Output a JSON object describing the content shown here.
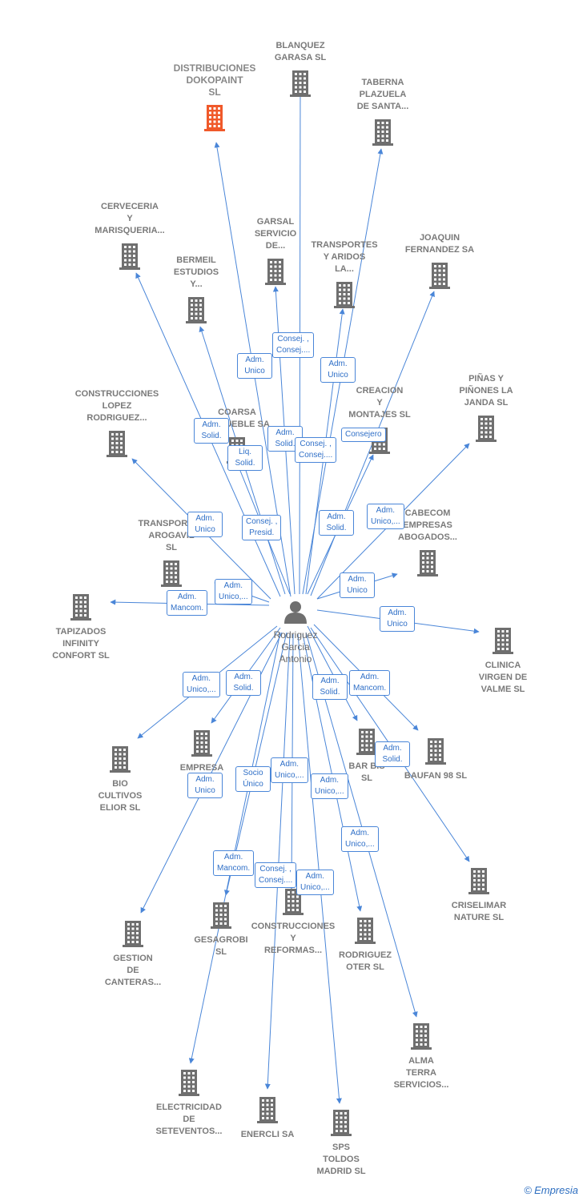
{
  "center": {
    "name": "Rodriguez\nGarcia\nAntonio"
  },
  "colors": {
    "edge": "#4a86d8",
    "building": "#6f6f6f",
    "highlight": "#f0592a"
  },
  "companies": [
    {
      "id": "distribuciones",
      "label": "DISTRIBUCIONES\nDOKOPAINT\nSL",
      "highlight": true
    },
    {
      "id": "blanquez",
      "label": "BLANQUEZ\nGARASA SL"
    },
    {
      "id": "taberna",
      "label": "TABERNA\nPLAZUELA\nDE SANTA..."
    },
    {
      "id": "cerveceria",
      "label": "CERVECERIA\nY\nMARISQUERIA..."
    },
    {
      "id": "garsal",
      "label": "GARSAL\nSERVICIO\nDE..."
    },
    {
      "id": "transportes-aridos",
      "label": "TRANSPORTES\nY ARIDOS\nLA..."
    },
    {
      "id": "joaquin",
      "label": "JOAQUIN\nFERNANDEZ SA"
    },
    {
      "id": "bermeil",
      "label": "BERMEIL\nESTUDIOS\nY..."
    },
    {
      "id": "pinas",
      "label": "PIÑAS Y\nPIÑONES LA\nJANDA SL"
    },
    {
      "id": "construcciones-lopez",
      "label": "CONSTRUCCIONES\nLOPEZ\nRODRIGUEZ..."
    },
    {
      "id": "coarsa",
      "label": "COARSA\nEL MUEBLE SA"
    },
    {
      "id": "creacion",
      "label": "CREACION\nY\nMONTAJES SL"
    },
    {
      "id": "transportes-arogavil",
      "label": "TRANSPORTES\nAROGAVIL\nSL"
    },
    {
      "id": "cabecom",
      "label": "CABECOM\nEMPRESAS\nABOGADOS..."
    },
    {
      "id": "tapizados",
      "label": "TAPIZADOS\nINFINITY\nCONFORT  SL"
    },
    {
      "id": "clinica",
      "label": "CLINICA\nVIRGEN DE\nVALME SL"
    },
    {
      "id": "bio",
      "label": "BIO\nCULTIVOS\nELIOR  SL"
    },
    {
      "id": "empresa",
      "label": "EMPRESA\nINS..."
    },
    {
      "id": "bar",
      "label": "BAR BIS\nSL"
    },
    {
      "id": "baufan",
      "label": "BAUFAN 98 SL"
    },
    {
      "id": "criselimar",
      "label": "CRISELIMAR\nNATURE  SL"
    },
    {
      "id": "gestion",
      "label": "GESTION\nDE\nCANTERAS..."
    },
    {
      "id": "gesagrobi",
      "label": "GESAGROBI\nSL"
    },
    {
      "id": "construcciones-reformas",
      "label": "CONSTRUCCIONES\nY\nREFORMAS..."
    },
    {
      "id": "rodriguez-oter",
      "label": "RODRIGUEZ\nOTER SL"
    },
    {
      "id": "alma",
      "label": "ALMA\nTERRA\nSERVICIOS..."
    },
    {
      "id": "electricidad",
      "label": "ELECTRICIDAD\nDE\nSETEVENTOS..."
    },
    {
      "id": "enercli",
      "label": "ENERCLI SA"
    },
    {
      "id": "sps",
      "label": "SPS\nTOLDOS\nMADRID  SL"
    }
  ],
  "relations": [
    "Adm.\nUnico",
    "Consej. ,\nConsej....",
    "Adm.\nUnico",
    "Adm.\nSolid.",
    "Adm.\nSolid.",
    "Liq.\nSolid.",
    "Consej. ,\nConsej....",
    "Consejero",
    "Adm.\nUnico",
    "Consej. ,\nPresid.",
    "Adm.\nSolid.",
    "Adm.\nUnico,...",
    "Adm.\nUnico,...",
    "Adm.\nMancom.",
    "Adm.\nUnico",
    "Adm.\nUnico",
    "Adm.\nUnico,...",
    "Adm.\nSolid.",
    "Adm.\nMancom.",
    "Adm.\nSolid.",
    "Adm.\nSolid.",
    "Adm.\nUnico",
    "Socio\nÚnico",
    "Adm.\nUnico,...",
    "Adm.\nUnico,...",
    "Adm.\nUnico,...",
    "Adm.\nMancom.",
    "Consej. ,\nConsej....",
    "Adm.\nUnico,..."
  ],
  "footer": {
    "copyright": "©",
    "brand": "Empresia"
  }
}
